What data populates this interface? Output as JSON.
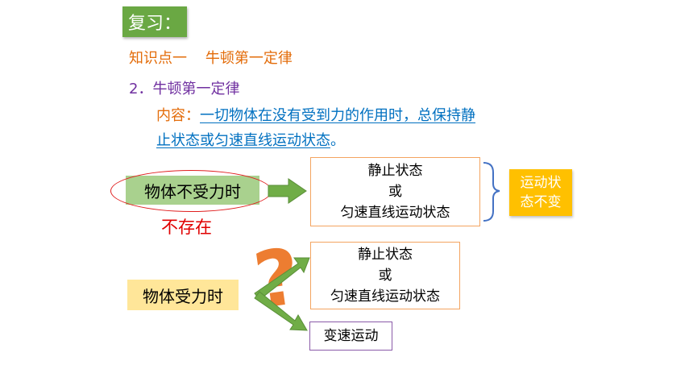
{
  "review_tag": "复习：",
  "section_title": "知识点一    牛顿第一定律",
  "law_title": "2．牛顿第一定律",
  "content": {
    "label": "内容：",
    "line1": "一切物体在没有受到力的作用时，总保持静",
    "line2": "止状态或匀速直线运动状态",
    "line2_end": "。"
  },
  "no_force": {
    "label": "物体不受力时",
    "note": "不存在",
    "state_box": {
      "line1": "静止状态",
      "line2": "或",
      "line3": "匀速直线运动状态"
    },
    "result": {
      "line1": "运动状",
      "line2": "态不变"
    }
  },
  "with_force": {
    "label": "物体受力时",
    "question_mark": "?",
    "state_box": {
      "line1": "静止状态",
      "line2": "或",
      "line3": "匀速直线运动状态"
    },
    "variable_box": "变速运动"
  },
  "colors": {
    "green": "#6aa843",
    "orange": "#e36c0a",
    "purple": "#7030a0",
    "blue": "#0070c0",
    "red": "#e00000",
    "yellow": "#ffc000"
  }
}
